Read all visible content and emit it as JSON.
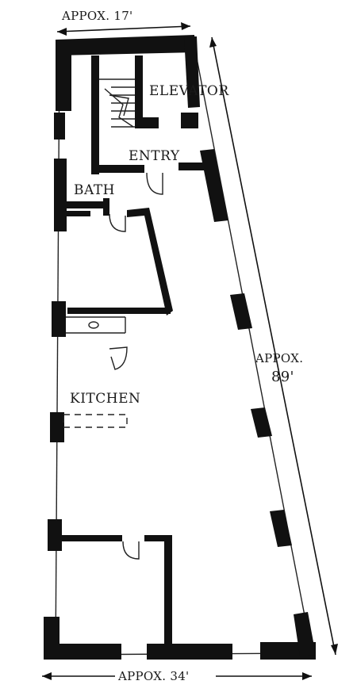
{
  "plan": {
    "labels": {
      "elevator": "ELEVATOR",
      "entry": "ENTRY",
      "bath": "BATH",
      "kitchen": "KITCHEN"
    },
    "dimensions": {
      "top": "APPOX. 17'",
      "right_line1": "APPOX.",
      "right_line2": "89'",
      "bottom": "APPOX. 34'"
    }
  }
}
